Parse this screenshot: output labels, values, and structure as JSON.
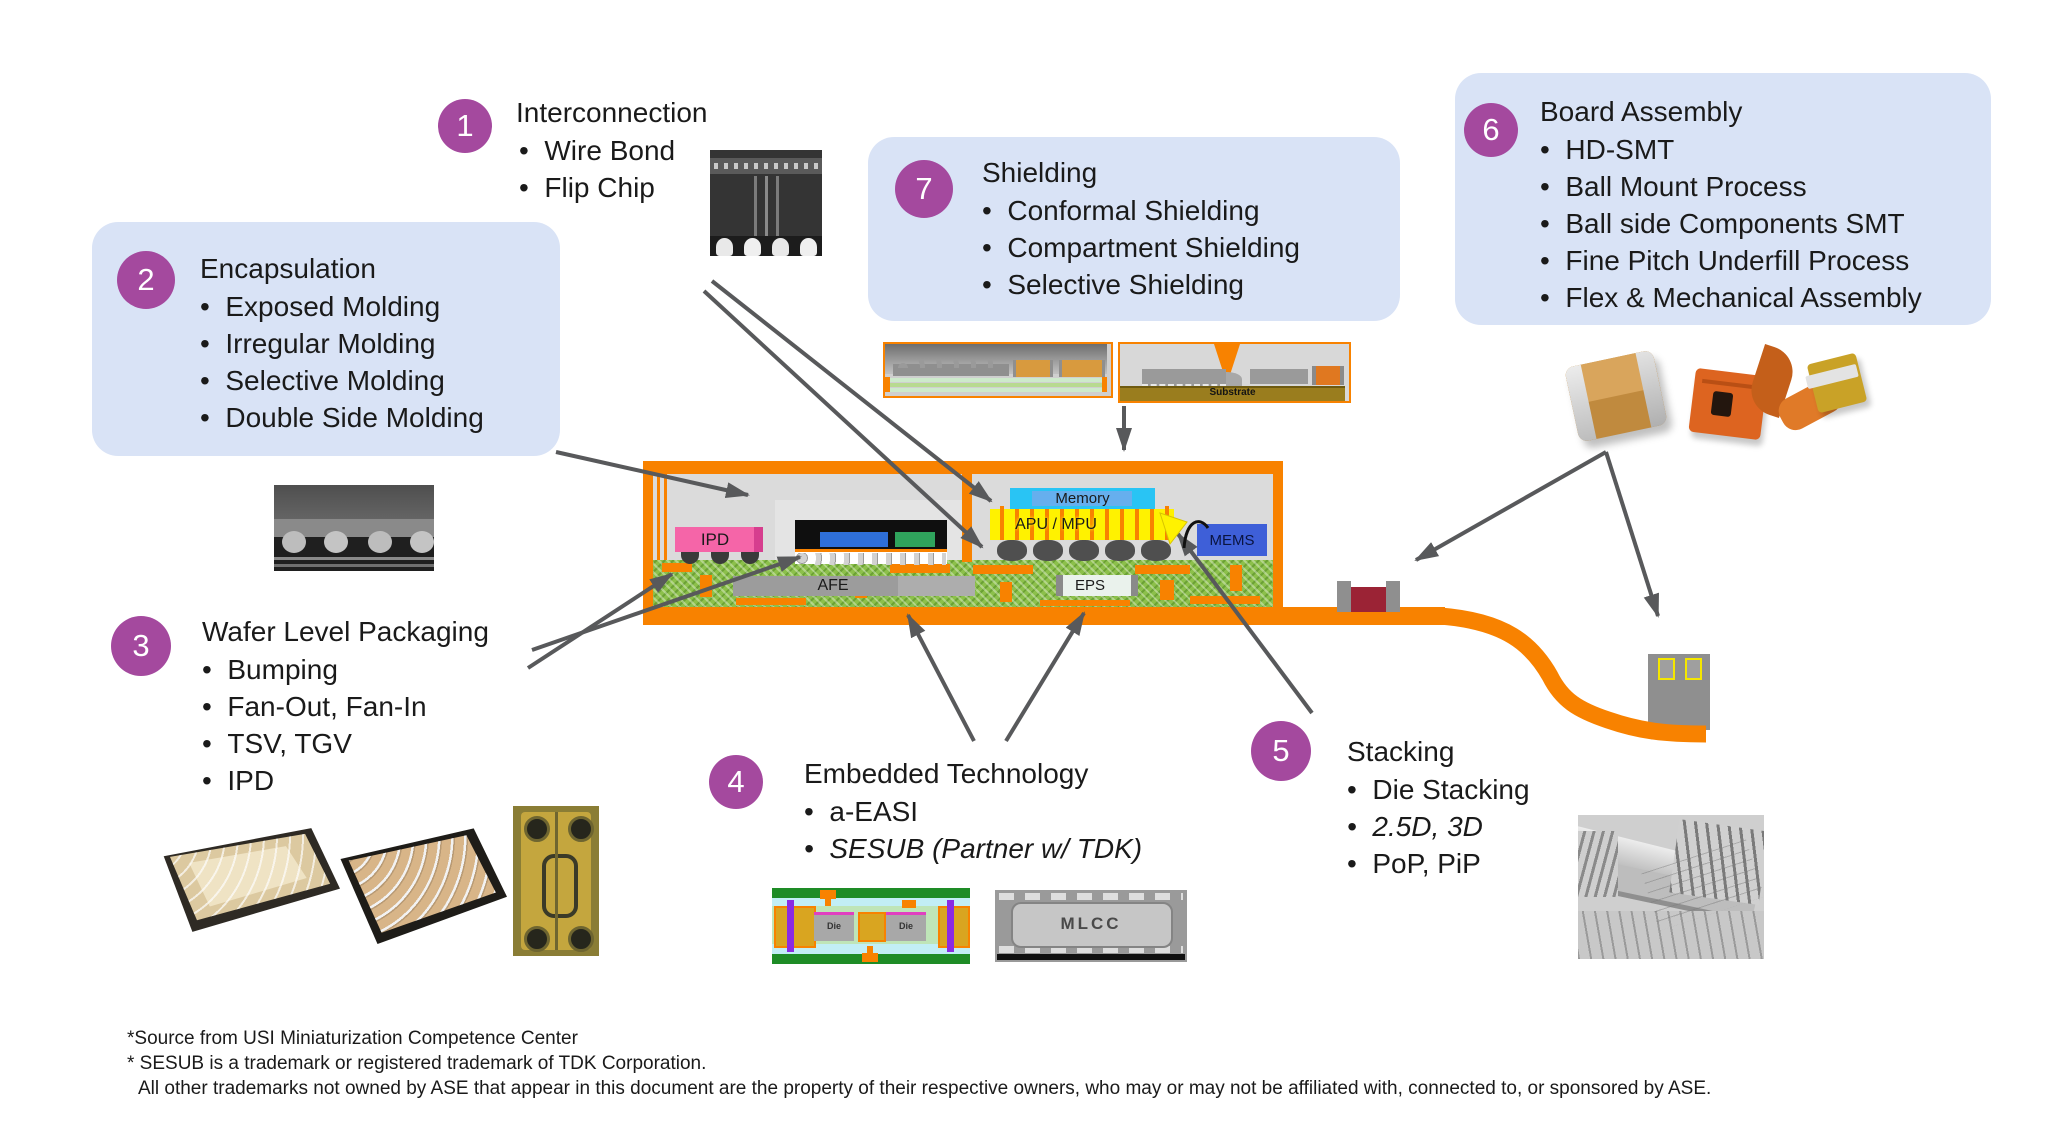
{
  "colors": {
    "accent_purple": "#A4499E",
    "panel_blue": "#D9E3F6",
    "module_orange": "#F88200",
    "arrow_gray": "#58595B"
  },
  "sections": {
    "interconnection": {
      "number": "1",
      "title": "Interconnection",
      "items": [
        {
          "t": "Wire Bond"
        },
        {
          "t": "Flip Chip"
        }
      ]
    },
    "encapsulation": {
      "number": "2",
      "title": "Encapsulation",
      "items": [
        {
          "t": "Exposed Molding"
        },
        {
          "t": "Irregular Molding"
        },
        {
          "t": "Selective Molding"
        },
        {
          "t": "Double Side Molding"
        }
      ]
    },
    "wafer_level_packaging": {
      "number": "3",
      "title": "Wafer Level Packaging",
      "items": [
        {
          "t": "Bumping"
        },
        {
          "t": "Fan-Out, Fan-In"
        },
        {
          "t": "TSV, TGV"
        },
        {
          "t": "IPD"
        }
      ]
    },
    "embedded_technology": {
      "number": "4",
      "title": "Embedded Technology",
      "items": [
        {
          "t": "a-EASI"
        },
        {
          "t": "SESUB (Partner w/ TDK)",
          "italic": true
        }
      ]
    },
    "stacking": {
      "number": "5",
      "title": "Stacking",
      "items": [
        {
          "t": "Die Stacking"
        },
        {
          "t": "2.5D, 3D",
          "italic": true
        },
        {
          "t": "PoP, PiP"
        }
      ]
    },
    "board_assembly": {
      "number": "6",
      "title": "Board Assembly",
      "items": [
        {
          "t": "HD-SMT"
        },
        {
          "t": "Ball Mount Process"
        },
        {
          "t": "Ball side Components SMT"
        },
        {
          "t": "Fine Pitch Underfill Process"
        },
        {
          "t": "Flex & Mechanical Assembly"
        }
      ]
    },
    "shielding": {
      "number": "7",
      "title": "Shielding",
      "items": [
        {
          "t": "Conformal Shielding"
        },
        {
          "t": "Compartment Shielding"
        },
        {
          "t": "Selective Shielding"
        }
      ]
    }
  },
  "module": {
    "labels": {
      "ipd": "IPD",
      "afe": "AFE",
      "eps": "EPS",
      "memory": "Memory",
      "apu_mpu": "APU / MPU",
      "mems": "MEMS"
    }
  },
  "images": {
    "shield_substrate_label": "Substrate",
    "sesub_die_label": "Die",
    "mlcc_xray_label": "MLCC"
  },
  "footnotes": [
    "*Source from USI Miniaturization Competence Center",
    "* SESUB is a trademark or registered trademark of TDK Corporation.",
    "All other trademarks not owned by ASE that appear in this document are the property of their respective owners, who may or may not be affiliated with, connected to, or sponsored by ASE."
  ]
}
